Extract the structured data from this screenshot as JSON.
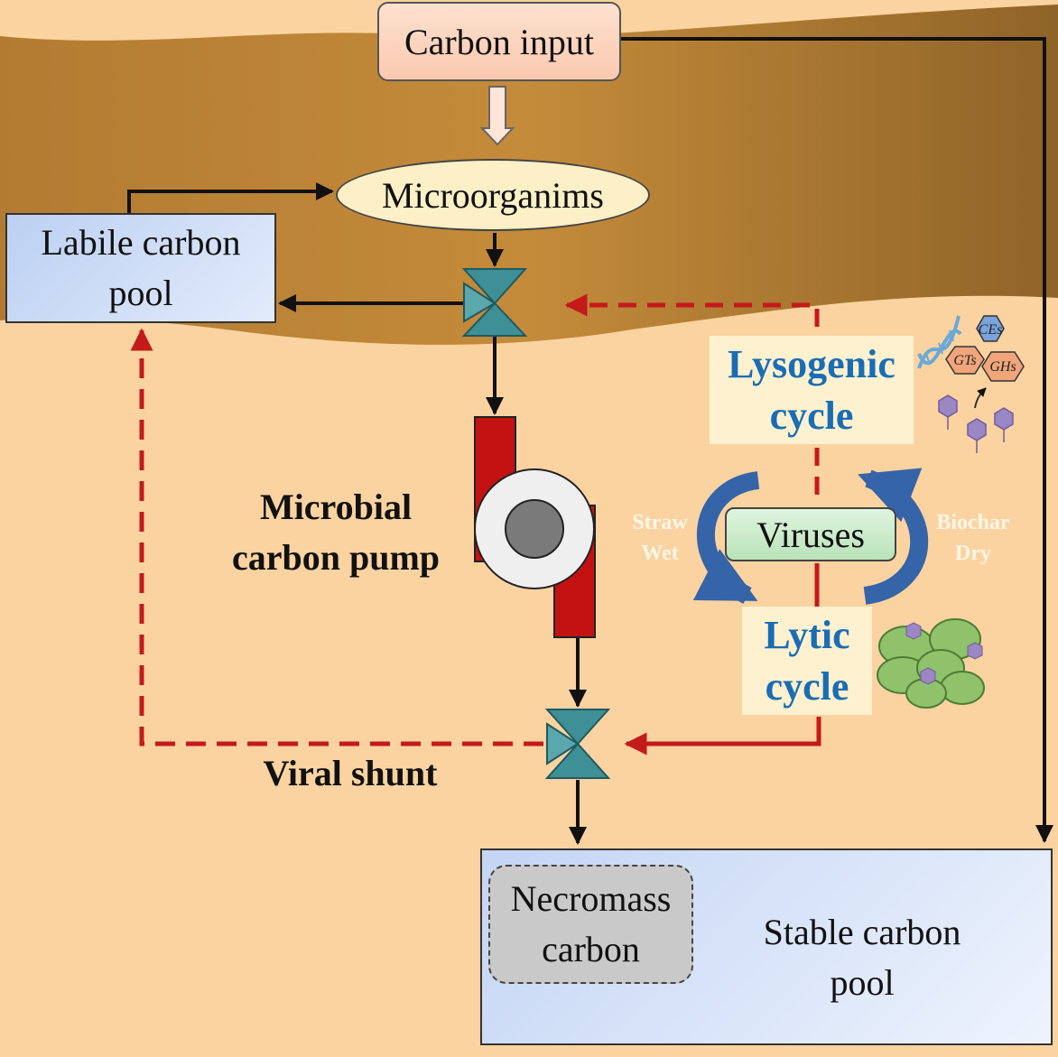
{
  "nodes": {
    "carbon_input": "Carbon input",
    "microorganisms": "Microorganims",
    "labile_pool": "Labile carbon\npool",
    "stable_pool": "Stable carbon\npool",
    "necromass": "Necromass\ncarbon",
    "lysogenic": "Lysogenic\ncycle",
    "lytic": "Lytic\ncycle",
    "viruses": "Viruses",
    "pump": "Microbial\ncarbon pump",
    "viral_shunt": "Viral shunt"
  },
  "conditions": {
    "left": "Straw\nWet",
    "right": "Biochar\nDry"
  },
  "enzymes": [
    "CEs",
    "GTs",
    "GHs"
  ],
  "colors": {
    "soil_dark": "#9c6d2c",
    "soil_light": "#fbd3a0",
    "dashed_arrow": "#c41a1a",
    "solid_arrow": "#111111",
    "cycle_arrow": "#3564a8",
    "valve": "#3f8f96",
    "pump_red": "#c41212"
  }
}
